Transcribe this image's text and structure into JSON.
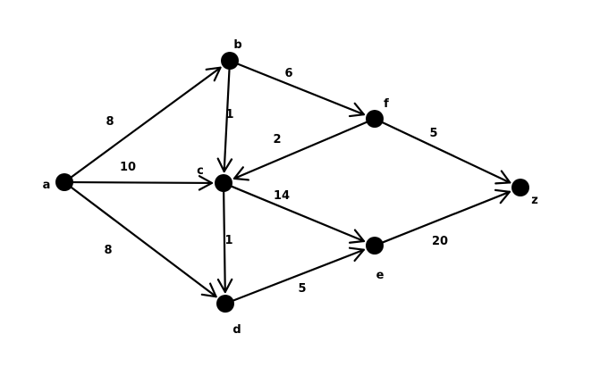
{
  "graph": {
    "directed": true,
    "nodes": [
      {
        "id": "a",
        "label": "a"
      },
      {
        "id": "b",
        "label": "b"
      },
      {
        "id": "c",
        "label": "c"
      },
      {
        "id": "d",
        "label": "d"
      },
      {
        "id": "e",
        "label": "e"
      },
      {
        "id": "f",
        "label": "f"
      },
      {
        "id": "z",
        "label": "z"
      }
    ],
    "edges": [
      {
        "from": "a",
        "to": "b",
        "weight": "8"
      },
      {
        "from": "a",
        "to": "c",
        "weight": "10"
      },
      {
        "from": "a",
        "to": "d",
        "weight": "8"
      },
      {
        "from": "b",
        "to": "c",
        "weight": "1"
      },
      {
        "from": "b",
        "to": "f",
        "weight": "6"
      },
      {
        "from": "f",
        "to": "c",
        "weight": "2"
      },
      {
        "from": "c",
        "to": "d",
        "weight": "1"
      },
      {
        "from": "c",
        "to": "e",
        "weight": "14"
      },
      {
        "from": "d",
        "to": "e",
        "weight": "5"
      },
      {
        "from": "e",
        "to": "z",
        "weight": "20"
      },
      {
        "from": "f",
        "to": "z",
        "weight": "5"
      }
    ]
  }
}
